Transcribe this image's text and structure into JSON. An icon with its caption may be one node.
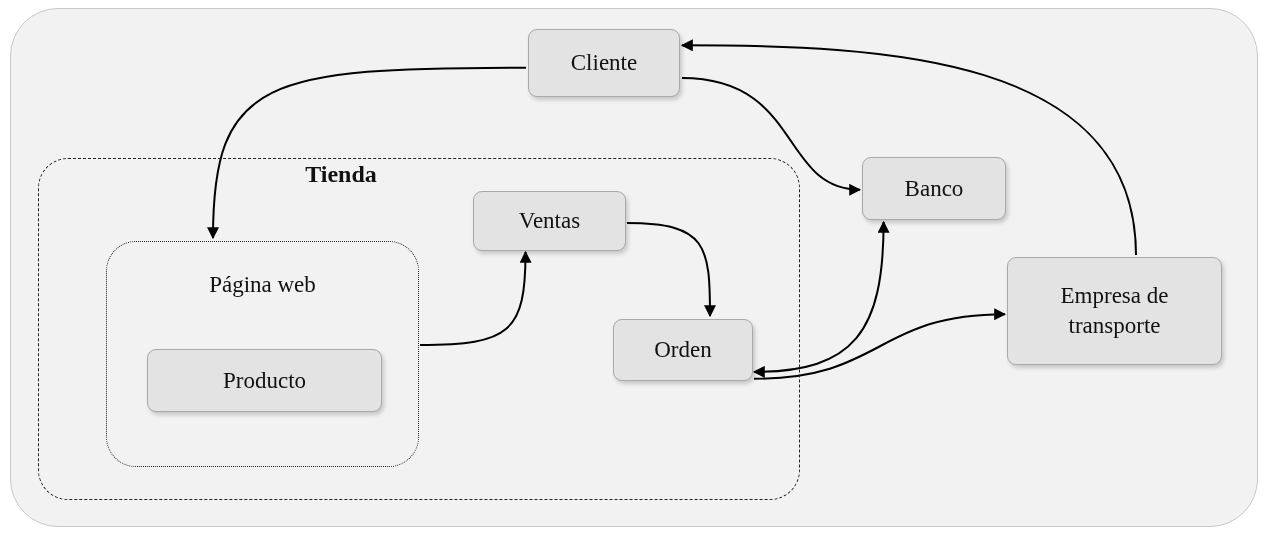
{
  "diagram": {
    "nodes": [
      {
        "text": [
          "Cliente"
        ]
      },
      {
        "text": [
          "Tienda"
        ]
      },
      {
        "text": [
          "Ventas"
        ],
        "in": 1
      },
      {
        "text": [
          "Banco"
        ]
      },
      {
        "text": [
          "Página web"
        ],
        "in": 1
      },
      {
        "text": [
          "Producto"
        ],
        "in": 4
      },
      {
        "text": [
          "Orden"
        ],
        "in": 1
      },
      {
        "text": [
          "Empresa de transporte"
        ]
      }
    ],
    "edges": [
      {
        "from": 0,
        "to": 4,
        "arrow": "to"
      },
      {
        "from": 0,
        "to": 3,
        "arrow": "to"
      },
      {
        "from": 7,
        "to": 0,
        "arrow": "to"
      },
      {
        "from": 4,
        "to": 2,
        "arrow": "to"
      },
      {
        "from": 2,
        "to": 6,
        "arrow": "to"
      },
      {
        "from": 6,
        "to": 3,
        "arrow": "both"
      },
      {
        "from": 6,
        "to": 7,
        "arrow": "to"
      }
    ]
  }
}
